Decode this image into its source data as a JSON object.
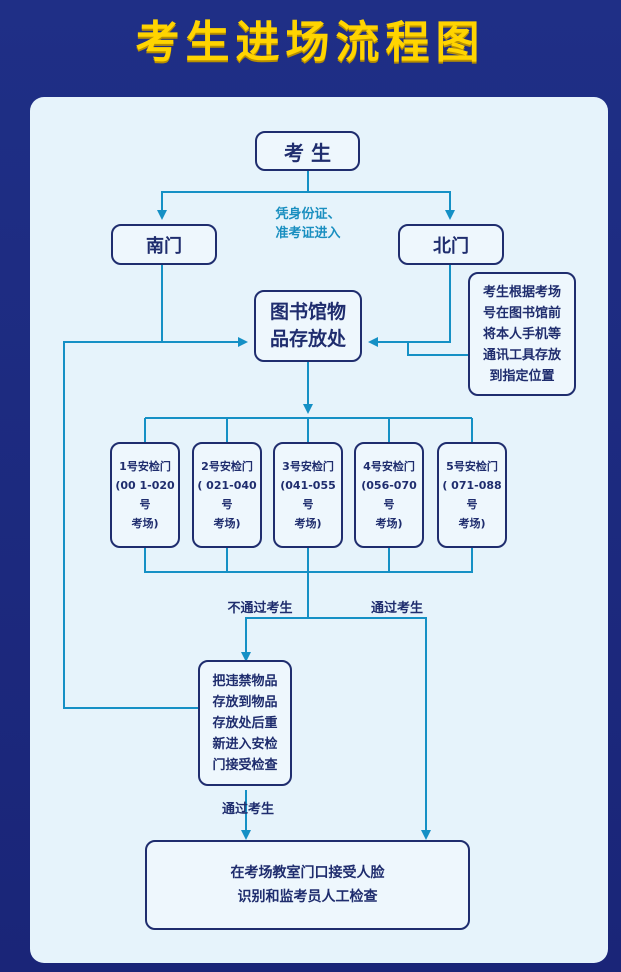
{
  "title": "考生进场流程图",
  "colors": {
    "background": "#1f2f86",
    "title": "#ffd400",
    "panel": "#e6f3fb",
    "box_border": "#1f2d6e",
    "line": "#1590c5",
    "text_blue": "#1a8fc0"
  },
  "nodes": {
    "examinee": "考 生",
    "south_gate": "南门",
    "north_gate": "北门",
    "label_id": "凭身份证、\n准考证进入",
    "library": "图书馆物\n品存放处",
    "north_note": "考生根据考场\n号在图书馆前\n将本人手机等\n通讯工具存放\n到指定位置",
    "gates": [
      "1号安检门\n(00 1-020号\n考场)",
      "2号安检门\n( 021-040号\n考场)",
      "3号安检门\n(041-055号\n考场)",
      "4号安检门\n(056-070号\n考场)",
      "5号安检门\n( 071-088号\n考场)"
    ],
    "fail_label": "不通过考生",
    "pass_label": "通过考生",
    "recheck": "把违禁物品\n存放到物品\n存放处后重\n新进入安检\n门接受检查",
    "pass_label_2": "通过考生",
    "final": "在考场教室门口接受人脸\n识别和监考员人工检查"
  }
}
